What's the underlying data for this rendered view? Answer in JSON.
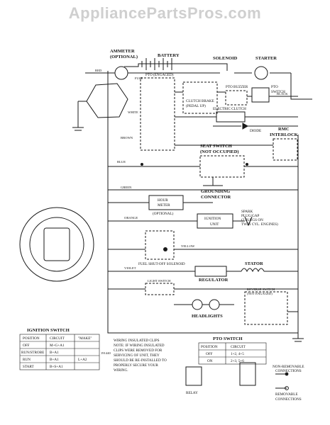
{
  "watermark": "AppliancePartsPros.com",
  "diagram": {
    "components": {
      "ammeter": [
        "AMMETER",
        "(OPTIONAL)"
      ],
      "battery": "BATTERY",
      "solenoid": "SOLENOID",
      "starter": "STARTER",
      "fuse": "FUSE",
      "pto_switch_engaged": "PTO (ENGAGED)",
      "clutch_brake_pedal": [
        "CLUTCH BRAKE",
        "(PEDAL UP)"
      ],
      "pto_buzzer": "PTO BUZZER",
      "pto_switch": [
        "PTO",
        "SWITCH"
      ],
      "electric_clutch": "ELECTRIC CLUTCH",
      "diode": "DIODE",
      "rmc_interlock": [
        "RMC",
        "INTERLOCK"
      ],
      "seat_switch": [
        "SEAT SWITCH",
        "(NOT OCCUPIED)"
      ],
      "grounding_connector": [
        "GROUNDING",
        "CONNECTOR"
      ],
      "hour_meter": [
        "HOUR",
        "METER"
      ],
      "optional": "(OPTIONAL)",
      "ignition_unit": [
        "IGNITION",
        "UNIT"
      ],
      "spark_plug": [
        "SPARK",
        "PLUG/GAP",
        "(2 PLUGS ON",
        "TWIN CYL. ENGINES)"
      ],
      "fuel_solenoid": "FUEL SHUT-OFF SOLENOID",
      "regulator": "REGULATOR",
      "stator": "STATOR",
      "headlights": "HEADLIGHTS",
      "reverse_switch": [
        "REVERSE SWITCH",
        "(NOT ENGAGED)"
      ],
      "lights_switch": "LIGHT SWITCH",
      "relay": "RELAY",
      "part_no": "191440"
    },
    "wire_colors": [
      "RED",
      "BLACK",
      "WHITE",
      "BROWN",
      "BLUE",
      "GREEN",
      "ORANGE",
      "YELLOW",
      "VIOLET"
    ],
    "clip_note": [
      "WIRING INSULATED CLIPS",
      "NOTE: IF WIRING INSULATED",
      "CLIPS WERE REMOVED FOR",
      "SERVICING OF UNIT, THEY",
      "SHOULD BE RE-INSTALLED TO",
      "PROPERLY SECURE YOUR",
      "WIRING."
    ]
  },
  "ignition_table": {
    "title": "IGNITION SWITCH",
    "headers": [
      "POSITION",
      "CIRCUIT",
      "\"MAKE\""
    ],
    "rows": [
      [
        "OFF",
        "M+G+A1",
        ""
      ],
      [
        "RUN/STROBE",
        "B+A1",
        ""
      ],
      [
        "RUN",
        "B+A1",
        "L+A2"
      ],
      [
        "START",
        "B+S+A1",
        ""
      ]
    ]
  },
  "pto_table": {
    "title": "PTO SWITCH",
    "headers": [
      "POSITION",
      "CIRCUIT"
    ],
    "rows": [
      [
        "OFF",
        "1+2, 4+5"
      ],
      [
        "ON",
        "2+3, 5+6"
      ]
    ]
  },
  "legend": {
    "non_removable": [
      "NON-REMOVABLE",
      "CONNECTIONS"
    ],
    "removable": [
      "REMOVABLE",
      "CONNECTIONS"
    ]
  },
  "colors": {
    "ink": "#1a1a1a",
    "paper": "#ffffff",
    "watermark": "#cfcfcf"
  }
}
